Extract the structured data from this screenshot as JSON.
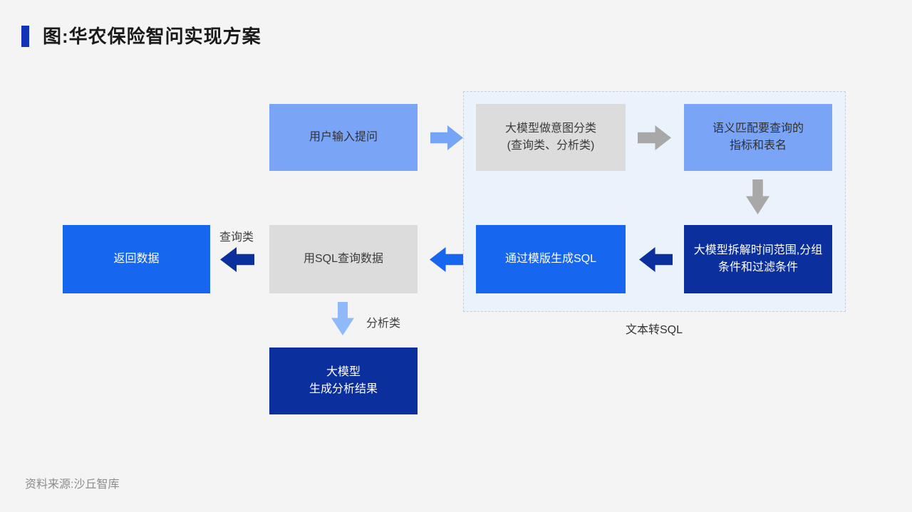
{
  "title": {
    "text": "图:华农保险智问实现方案"
  },
  "colors": {
    "page_bg": "#F4F4F5",
    "title_bar": "#1133B8",
    "title_text": "#1A1A1A",
    "light_blue": "#7AA5F7",
    "accent_blue": "#1666F0",
    "navy": "#0C2F9E",
    "gray_box": "#DCDCDC",
    "gray_arrow": "#A8A8A8",
    "light_arrow": "#76A5F6",
    "lighter_arrow": "#8FB9F8",
    "container_bg": "#EAF2FC",
    "container_border": "#C9CFD8",
    "box_text_dark": "#3B3B3B",
    "label_text": "#3F3F3F",
    "muted_text": "#8C8C8C"
  },
  "flow": {
    "nodes": {
      "user_input": {
        "label": "用户输入提问"
      },
      "intent_classify": {
        "label": "大模型做意图分类\n(查询类、分析类)"
      },
      "semantic_match": {
        "label": "语义匹配要查询的\n指标和表名"
      },
      "decompose": {
        "label": "大模型拆解时间范围,分组\n条件和过滤条件"
      },
      "generate_sql": {
        "label": "通过模版生成SQL"
      },
      "sql_query": {
        "label": "用SQL查询数据"
      },
      "return_data": {
        "label": "返回数据"
      },
      "analysis_result": {
        "label": "大模型\n生成分析结果"
      }
    },
    "edge_labels": {
      "query_type": "查询类",
      "analysis_type": "分析类"
    },
    "group_label": "文本转SQL"
  },
  "footer": {
    "source": "资料来源:沙丘智库"
  }
}
